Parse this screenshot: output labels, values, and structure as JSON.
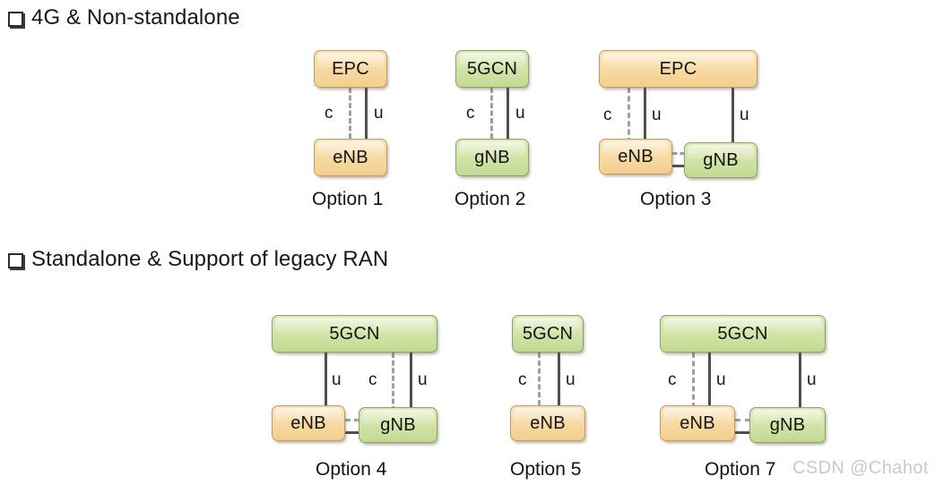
{
  "sections": [
    {
      "id": "sec-4g-nsa",
      "title": "4G & Non-standalone",
      "bullet": "hollow-square-bullet"
    },
    {
      "id": "sec-sa-legacy",
      "title": "Standalone & Support of legacy RAN",
      "bullet": "hollow-square-bullet"
    }
  ],
  "options": [
    {
      "id": "option-1",
      "caption": "Option 1",
      "core": {
        "label": "EPC",
        "color": "tan"
      },
      "radios": [
        {
          "label": "eNB",
          "color": "tan"
        }
      ],
      "edges": [
        {
          "label": "c",
          "style": "dashed"
        },
        {
          "label": "u",
          "style": "solid"
        }
      ]
    },
    {
      "id": "option-2",
      "caption": "Option 2",
      "core": {
        "label": "5GCN",
        "color": "green"
      },
      "radios": [
        {
          "label": "gNB",
          "color": "green"
        }
      ],
      "edges": [
        {
          "label": "c",
          "style": "dashed"
        },
        {
          "label": "u",
          "style": "solid"
        }
      ]
    },
    {
      "id": "option-3",
      "caption": "Option 3",
      "core": {
        "label": "EPC",
        "color": "tan"
      },
      "radios": [
        {
          "label": "eNB",
          "color": "tan"
        },
        {
          "label": "gNB",
          "color": "green"
        }
      ],
      "edges": [
        {
          "label": "c",
          "style": "dashed"
        },
        {
          "label": "u",
          "style": "solid"
        },
        {
          "label": "u",
          "style": "solid"
        }
      ]
    },
    {
      "id": "option-4",
      "caption": "Option 4",
      "core": {
        "label": "5GCN",
        "color": "green"
      },
      "radios": [
        {
          "label": "eNB",
          "color": "tan"
        },
        {
          "label": "gNB",
          "color": "green"
        }
      ],
      "edges": [
        {
          "label": "u",
          "style": "solid"
        },
        {
          "label": "c",
          "style": "dashed"
        },
        {
          "label": "u",
          "style": "solid"
        }
      ]
    },
    {
      "id": "option-5",
      "caption": "Option 5",
      "core": {
        "label": "5GCN",
        "color": "green"
      },
      "radios": [
        {
          "label": "eNB",
          "color": "tan"
        }
      ],
      "edges": [
        {
          "label": "c",
          "style": "dashed"
        },
        {
          "label": "u",
          "style": "solid"
        }
      ]
    },
    {
      "id": "option-7",
      "caption": "Option 7",
      "core": {
        "label": "5GCN",
        "color": "green"
      },
      "radios": [
        {
          "label": "eNB",
          "color": "tan"
        },
        {
          "label": "gNB",
          "color": "green"
        }
      ],
      "edges": [
        {
          "label": "c",
          "style": "dashed"
        },
        {
          "label": "u",
          "style": "solid"
        },
        {
          "label": "u",
          "style": "solid"
        }
      ]
    }
  ],
  "watermark": {
    "text": "CSDN @Chahot"
  },
  "colors": {
    "tan_fill": "#f5d79c",
    "tan_border": "#c49a5e",
    "green_fill": "#d2e3a6",
    "green_border": "#8aa35e",
    "solid_link": "#4f4f4f",
    "dashed_link": "#9aa0a3",
    "text": "#181818",
    "watermark": "#c9c9c9"
  }
}
